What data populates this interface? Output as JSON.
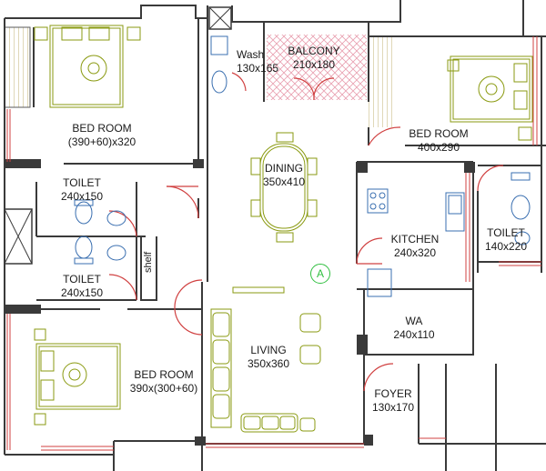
{
  "rooms": {
    "bedroom_1": {
      "name": "BED ROOM",
      "dims": "(390+60)x320"
    },
    "bedroom_2": {
      "name": "BED ROOM",
      "dims": "400x290"
    },
    "bedroom_3": {
      "name": "BED ROOM",
      "dims": "390x(300+60)"
    },
    "wash": {
      "name": "Wash",
      "dims": "130x165"
    },
    "balcony": {
      "name": "BALCONY",
      "dims": "210x180"
    },
    "dining": {
      "name": "DINING",
      "dims": "350x410"
    },
    "toilet_1": {
      "name": "TOILET",
      "dims": "240x150"
    },
    "toilet_2": {
      "name": "TOILET",
      "dims": "240x150"
    },
    "toilet_3": {
      "name": "TOILET",
      "dims": "140x220"
    },
    "kitchen": {
      "name": "KITCHEN",
      "dims": "240x320"
    },
    "wa": {
      "name": "WA",
      "dims": "240x110"
    },
    "living": {
      "name": "LIVING",
      "dims": "350x360"
    },
    "foyer": {
      "name": "FOYER",
      "dims": "130x170"
    }
  },
  "shelf_label": "shelf",
  "unit_marker": "A",
  "colors": {
    "wall": "#3a3a3a",
    "door": "#d04040",
    "furniture": "#8a9a10",
    "fixtures": "#3a6fb0",
    "marker": "#2fbf3f",
    "balcony_hatch": "#e8a0b0"
  }
}
